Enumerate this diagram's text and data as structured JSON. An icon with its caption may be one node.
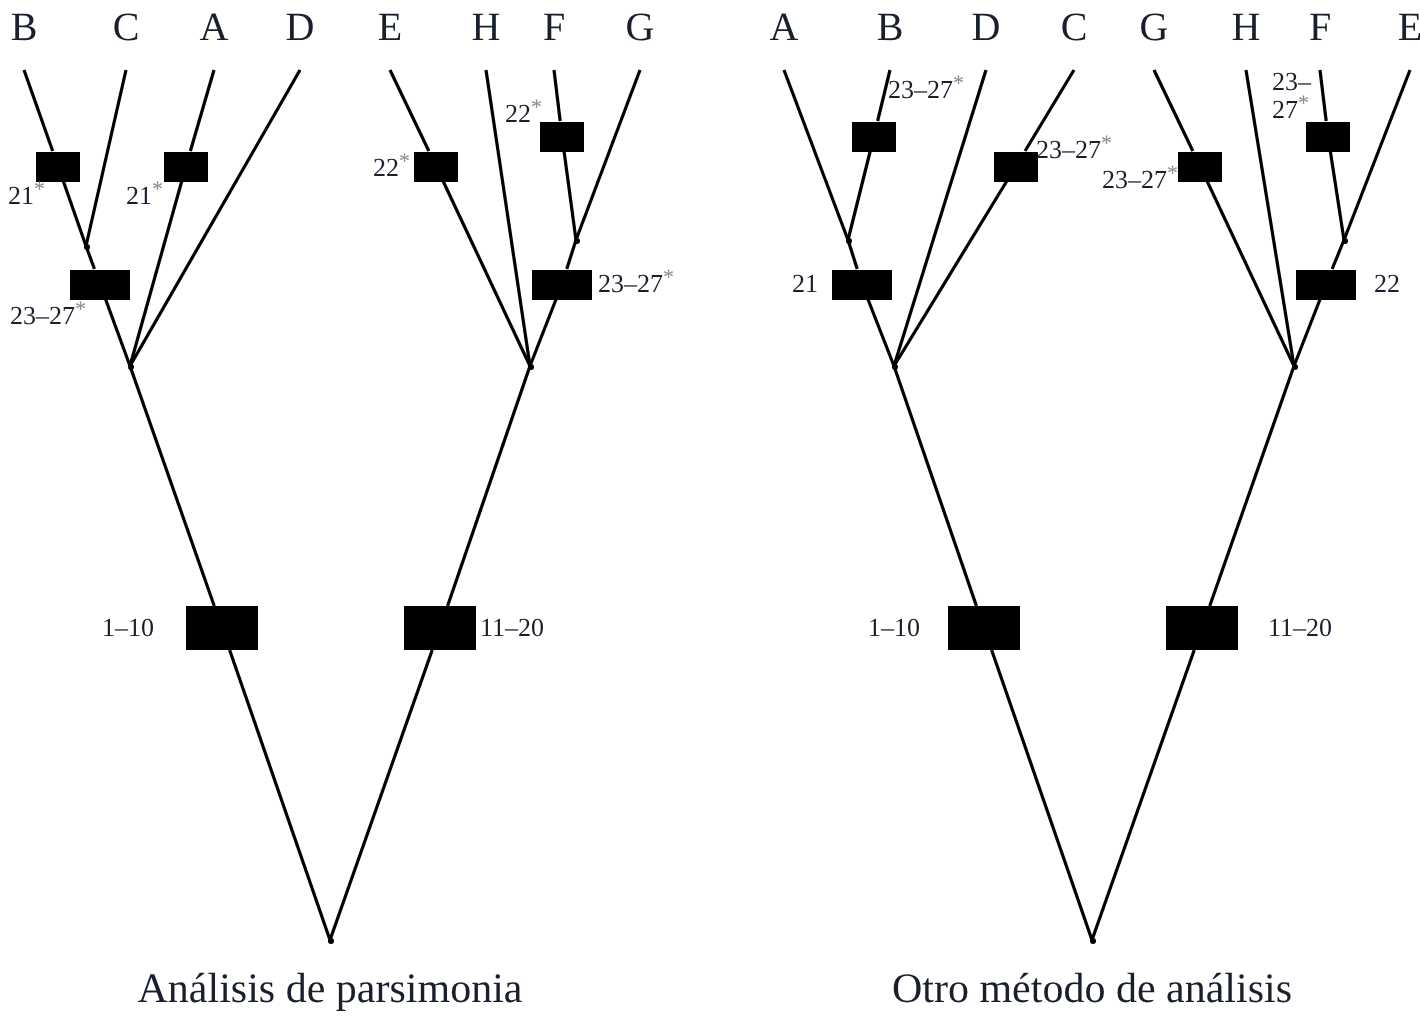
{
  "diagram": {
    "nodes": [
      {
        "text": [
          "B"
        ]
      },
      {
        "text": [
          "C"
        ]
      },
      {
        "text": [
          "A"
        ]
      },
      {
        "text": [
          "D"
        ]
      },
      {
        "text": [
          "E"
        ]
      },
      {
        "text": [
          "H"
        ]
      },
      {
        "text": [
          "F"
        ]
      },
      {
        "text": [
          "G"
        ]
      },
      {
        "text": [
          "A"
        ]
      },
      {
        "text": [
          "B"
        ]
      },
      {
        "text": [
          "D"
        ]
      },
      {
        "text": [
          "C"
        ]
      },
      {
        "text": [
          "G"
        ]
      },
      {
        "text": [
          "H"
        ]
      },
      {
        "text": [
          "F"
        ]
      },
      {
        "text": [
          "E"
        ]
      },
      {
        "text": [],
        "shape": "bar",
        "beside": [
          "21$^{*}$"
        ]
      },
      {
        "text": [],
        "shape": "bar",
        "beside": [
          "21$^{*}$"
        ]
      },
      {
        "text": [],
        "shape": "bar",
        "beside": [
          "23–27$^{*}$"
        ]
      },
      {
        "text": [],
        "shape": "bar",
        "beside": [
          "22$^{*}$"
        ]
      },
      {
        "text": [],
        "shape": "bar",
        "beside": [
          "22$^{*}$"
        ]
      },
      {
        "text": [],
        "shape": "bar",
        "beside": [
          "23–27$^{*}$"
        ]
      },
      {
        "text": [],
        "shape": "bar",
        "beside": [
          "1–10"
        ]
      },
      {
        "text": [],
        "shape": "bar",
        "beside": [
          "11–20"
        ]
      },
      {
        "text": [],
        "shape": "bar",
        "beside": [
          "23–27$^{*}$"
        ]
      },
      {
        "text": [],
        "shape": "bar",
        "beside": [
          "23–27$^{*}$"
        ]
      },
      {
        "text": [],
        "shape": "bar",
        "beside": [
          "21"
        ]
      },
      {
        "text": [],
        "shape": "bar",
        "beside": [
          "23–27$^{*}$"
        ]
      },
      {
        "text": [],
        "shape": "bar",
        "beside": [
          "23–27$^{*}$"
        ]
      },
      {
        "text": [],
        "shape": "bar",
        "beside": [
          "22"
        ]
      },
      {
        "text": [],
        "shape": "bar",
        "beside": [
          "1–10"
        ]
      },
      {
        "text": [],
        "shape": "bar",
        "beside": [
          "11–20"
        ]
      },
      {
        "text": [],
        "shape": "point"
      },
      {
        "text": [],
        "shape": "point"
      },
      {
        "text": [],
        "shape": "point"
      },
      {
        "text": [],
        "shape": "point"
      },
      {
        "text": [],
        "shape": "point"
      },
      {
        "text": [],
        "shape": "point"
      },
      {
        "text": [],
        "shape": "point"
      },
      {
        "text": [],
        "shape": "point"
      },
      {
        "text": [],
        "shape": "point"
      },
      {
        "text": [],
        "shape": "point"
      }
    ],
    "edges": [
      {
        "from": 0,
        "to": 16,
        "arrow": "none"
      },
      {
        "from": 16,
        "to": 32,
        "arrow": "none"
      },
      {
        "from": 1,
        "to": 32,
        "arrow": "none"
      },
      {
        "from": 32,
        "to": 18,
        "arrow": "none"
      },
      {
        "from": 18,
        "to": 33,
        "arrow": "none"
      },
      {
        "from": 2,
        "to": 17,
        "arrow": "none"
      },
      {
        "from": 17,
        "to": 33,
        "arrow": "none"
      },
      {
        "from": 3,
        "to": 33,
        "arrow": "none"
      },
      {
        "from": 33,
        "to": 22,
        "arrow": "none"
      },
      {
        "from": 22,
        "to": 36,
        "arrow": "none"
      },
      {
        "from": 4,
        "to": 19,
        "arrow": "none"
      },
      {
        "from": 19,
        "to": 35,
        "arrow": "none"
      },
      {
        "from": 5,
        "to": 35,
        "arrow": "none"
      },
      {
        "from": 6,
        "to": 20,
        "arrow": "none"
      },
      {
        "from": 20,
        "to": 34,
        "arrow": "none"
      },
      {
        "from": 7,
        "to": 34,
        "arrow": "none"
      },
      {
        "from": 34,
        "to": 21,
        "arrow": "none"
      },
      {
        "from": 21,
        "to": 35,
        "arrow": "none"
      },
      {
        "from": 35,
        "to": 23,
        "arrow": "none"
      },
      {
        "from": 23,
        "to": 36,
        "arrow": "none"
      },
      {
        "from": 8,
        "to": 37,
        "arrow": "none"
      },
      {
        "from": 9,
        "to": 24,
        "arrow": "none"
      },
      {
        "from": 24,
        "to": 37,
        "arrow": "none"
      },
      {
        "from": 37,
        "to": 26,
        "arrow": "none"
      },
      {
        "from": 26,
        "to": 38,
        "arrow": "none"
      },
      {
        "from": 10,
        "to": 38,
        "arrow": "none"
      },
      {
        "from": 11,
        "to": 25,
        "arrow": "none"
      },
      {
        "from": 25,
        "to": 38,
        "arrow": "none"
      },
      {
        "from": 38,
        "to": 30,
        "arrow": "none"
      },
      {
        "from": 30,
        "to": 41,
        "arrow": "none"
      },
      {
        "from": 12,
        "to": 27,
        "arrow": "none"
      },
      {
        "from": 27,
        "to": 40,
        "arrow": "none"
      },
      {
        "from": 13,
        "to": 40,
        "arrow": "none"
      },
      {
        "from": 14,
        "to": 28,
        "arrow": "none"
      },
      {
        "from": 28,
        "to": 39,
        "arrow": "none"
      },
      {
        "from": 15,
        "to": 39,
        "arrow": "none"
      },
      {
        "from": 39,
        "to": 29,
        "arrow": "none"
      },
      {
        "from": 29,
        "to": 40,
        "arrow": "none"
      },
      {
        "from": 40,
        "to": 31,
        "arrow": "none"
      },
      {
        "from": 31,
        "to": 41,
        "arrow": "none"
      }
    ],
    "labels": [
      "Análisis de parsimonia",
      "Otro método de análisis"
    ]
  }
}
